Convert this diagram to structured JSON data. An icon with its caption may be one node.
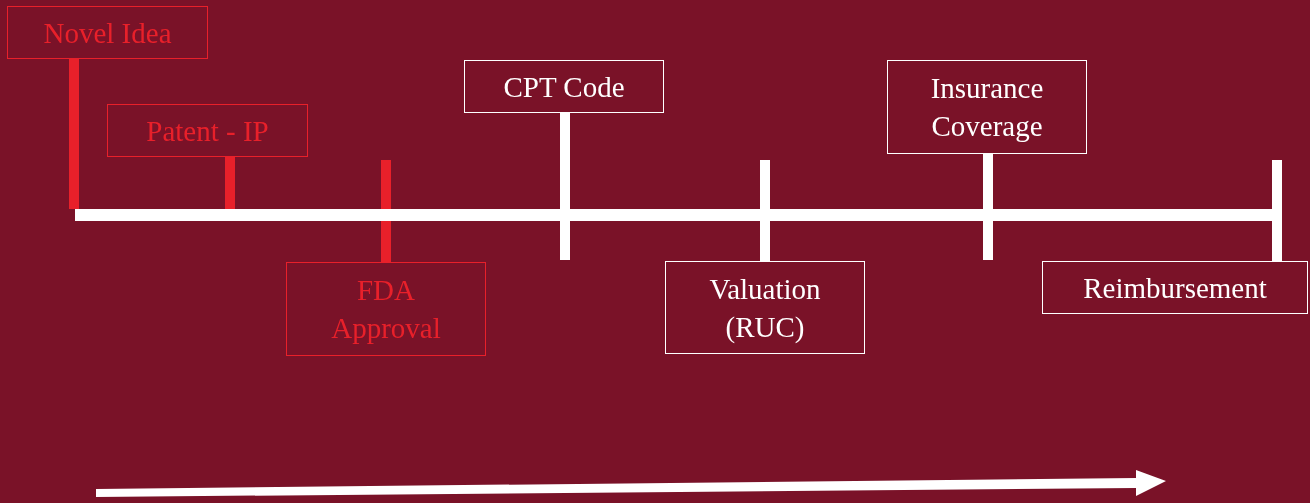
{
  "diagram": {
    "nodes": [
      {
        "text": [
          "Novel Idea"
        ]
      },
      {
        "text": [
          "Patent - IP"
        ]
      },
      {
        "text": [
          "FDA Approval"
        ]
      },
      {
        "text": [
          "CPT Code"
        ]
      },
      {
        "text": [
          "Valuation (RUC)"
        ]
      },
      {
        "text": [
          "Insurance Coverage"
        ]
      },
      {
        "text": [
          "Reimbursement"
        ]
      },
      {
        "text": [],
        "shape": "bar"
      }
    ],
    "edges": [
      {
        "from": 0,
        "to": 7,
        "arrow": "none",
        "color": "#e8202a"
      },
      {
        "from": 1,
        "to": 7,
        "arrow": "none",
        "color": "#e8202a"
      },
      {
        "from": 2,
        "to": 7,
        "arrow": "none",
        "color": "#e8202a"
      },
      {
        "from": 3,
        "to": 7,
        "arrow": "none"
      },
      {
        "from": 4,
        "to": 7,
        "arrow": "none"
      },
      {
        "from": 5,
        "to": 7,
        "arrow": "none"
      },
      {
        "from": 6,
        "to": 7,
        "arrow": "none"
      }
    ]
  }
}
